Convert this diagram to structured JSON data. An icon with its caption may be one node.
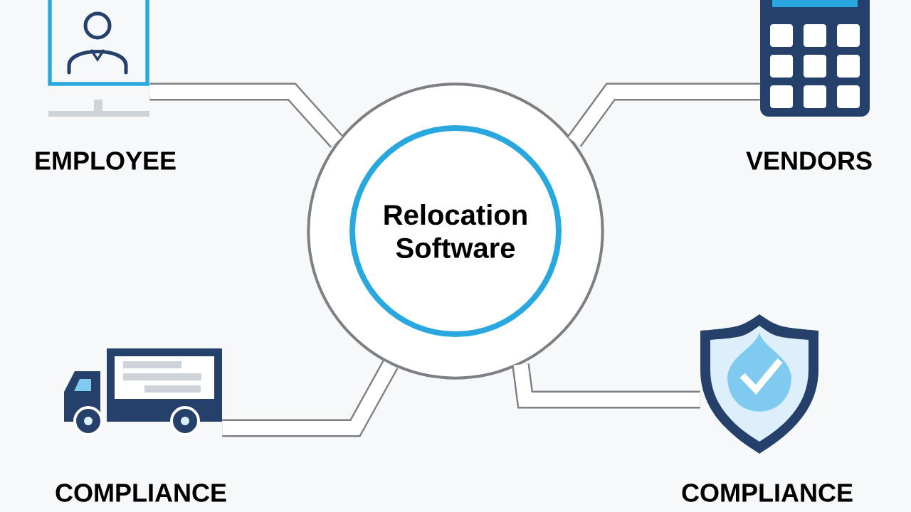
{
  "diagram": {
    "nodes": [
      {
        "text": [
          "Relocation Software"
        ]
      },
      {
        "text": [],
        "shape": "picture",
        "beside": [
          "EMPLOYEE"
        ]
      },
      {
        "text": [],
        "shape": "picture",
        "beside": [
          "VENDORS"
        ]
      },
      {
        "text": [],
        "shape": "picture",
        "beside": [
          "COMPLIANCE"
        ]
      },
      {
        "text": [],
        "shape": "picture",
        "beside": [
          "COMPLIANCE"
        ]
      }
    ],
    "edges": [
      {
        "from": 0,
        "to": 1,
        "arrow": "none"
      },
      {
        "from": 0,
        "to": 2,
        "arrow": "none"
      },
      {
        "from": 0,
        "to": 3,
        "arrow": "none"
      },
      {
        "from": 0,
        "to": 4,
        "arrow": "none"
      }
    ]
  }
}
